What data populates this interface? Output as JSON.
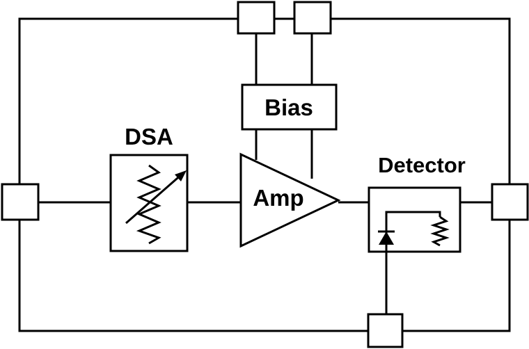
{
  "blocks": {
    "dsa": "DSA",
    "bias": "Bias",
    "amp": "Amp",
    "detector": "Detector"
  },
  "colors": {
    "line": "#000000",
    "background": "#ffffff"
  },
  "icons": {
    "dsa": "variable-attenuator-icon",
    "detector": "diode-icon",
    "detector_load": "resistor-icon"
  }
}
